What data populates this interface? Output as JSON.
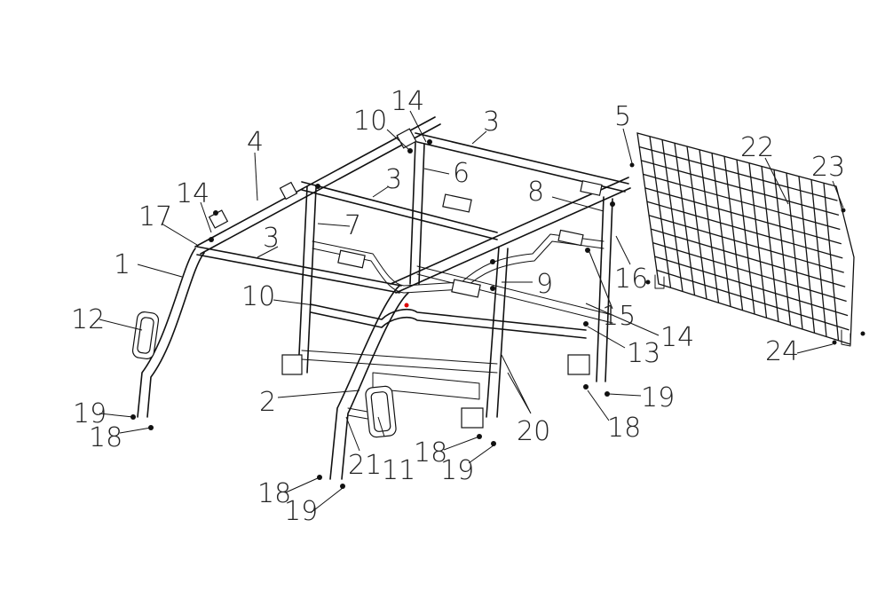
{
  "callouts": [
    {
      "id": "c1",
      "label": "1"
    },
    {
      "id": "c2",
      "label": "2"
    },
    {
      "id": "c3a",
      "label": "3"
    },
    {
      "id": "c3b",
      "label": "3"
    },
    {
      "id": "c3c",
      "label": "3"
    },
    {
      "id": "c4",
      "label": "4"
    },
    {
      "id": "c5",
      "label": "5"
    },
    {
      "id": "c6",
      "label": "6"
    },
    {
      "id": "c7",
      "label": "7"
    },
    {
      "id": "c8",
      "label": "8"
    },
    {
      "id": "c9",
      "label": "9"
    },
    {
      "id": "c10a",
      "label": "10"
    },
    {
      "id": "c10b",
      "label": "10"
    },
    {
      "id": "c11",
      "label": "11"
    },
    {
      "id": "c12",
      "label": "12"
    },
    {
      "id": "c13",
      "label": "13"
    },
    {
      "id": "c14a",
      "label": "14"
    },
    {
      "id": "c14b",
      "label": "14"
    },
    {
      "id": "c14c",
      "label": "14"
    },
    {
      "id": "c15",
      "label": "15"
    },
    {
      "id": "c16",
      "label": "16"
    },
    {
      "id": "c17",
      "label": "17"
    },
    {
      "id": "c18a",
      "label": "18"
    },
    {
      "id": "c18b",
      "label": "18"
    },
    {
      "id": "c18c",
      "label": "18"
    },
    {
      "id": "c18d",
      "label": "18"
    },
    {
      "id": "c19a",
      "label": "19"
    },
    {
      "id": "c19b",
      "label": "19"
    },
    {
      "id": "c19c",
      "label": "19"
    },
    {
      "id": "c19d",
      "label": "19"
    },
    {
      "id": "c20",
      "label": "20"
    },
    {
      "id": "c21",
      "label": "21"
    },
    {
      "id": "c22",
      "label": "22"
    },
    {
      "id": "c23",
      "label": "23"
    },
    {
      "id": "c24",
      "label": "24"
    }
  ]
}
